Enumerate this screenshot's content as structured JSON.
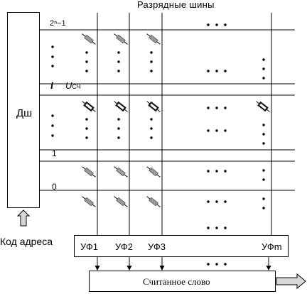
{
  "title": "Разрядные  шины",
  "decoder": {
    "label": "Дш"
  },
  "address": {
    "label": "Код адреса"
  },
  "rows": {
    "top": "2ⁿ−1",
    "selected_index": "i",
    "selected_voltage_main": "U",
    "selected_voltage_sub": "СЧ",
    "one": "1",
    "zero": "0"
  },
  "amplifiers": [
    "УФ1",
    "УФ2",
    "УФ3",
    "УФm"
  ],
  "output": {
    "label": "Считанное слово"
  },
  "colors": {
    "line": "#000000",
    "cell_grey": "#9a9a9a",
    "cell_selected": "#1a1a1a",
    "arrow_fill": "#d8d8d8"
  }
}
